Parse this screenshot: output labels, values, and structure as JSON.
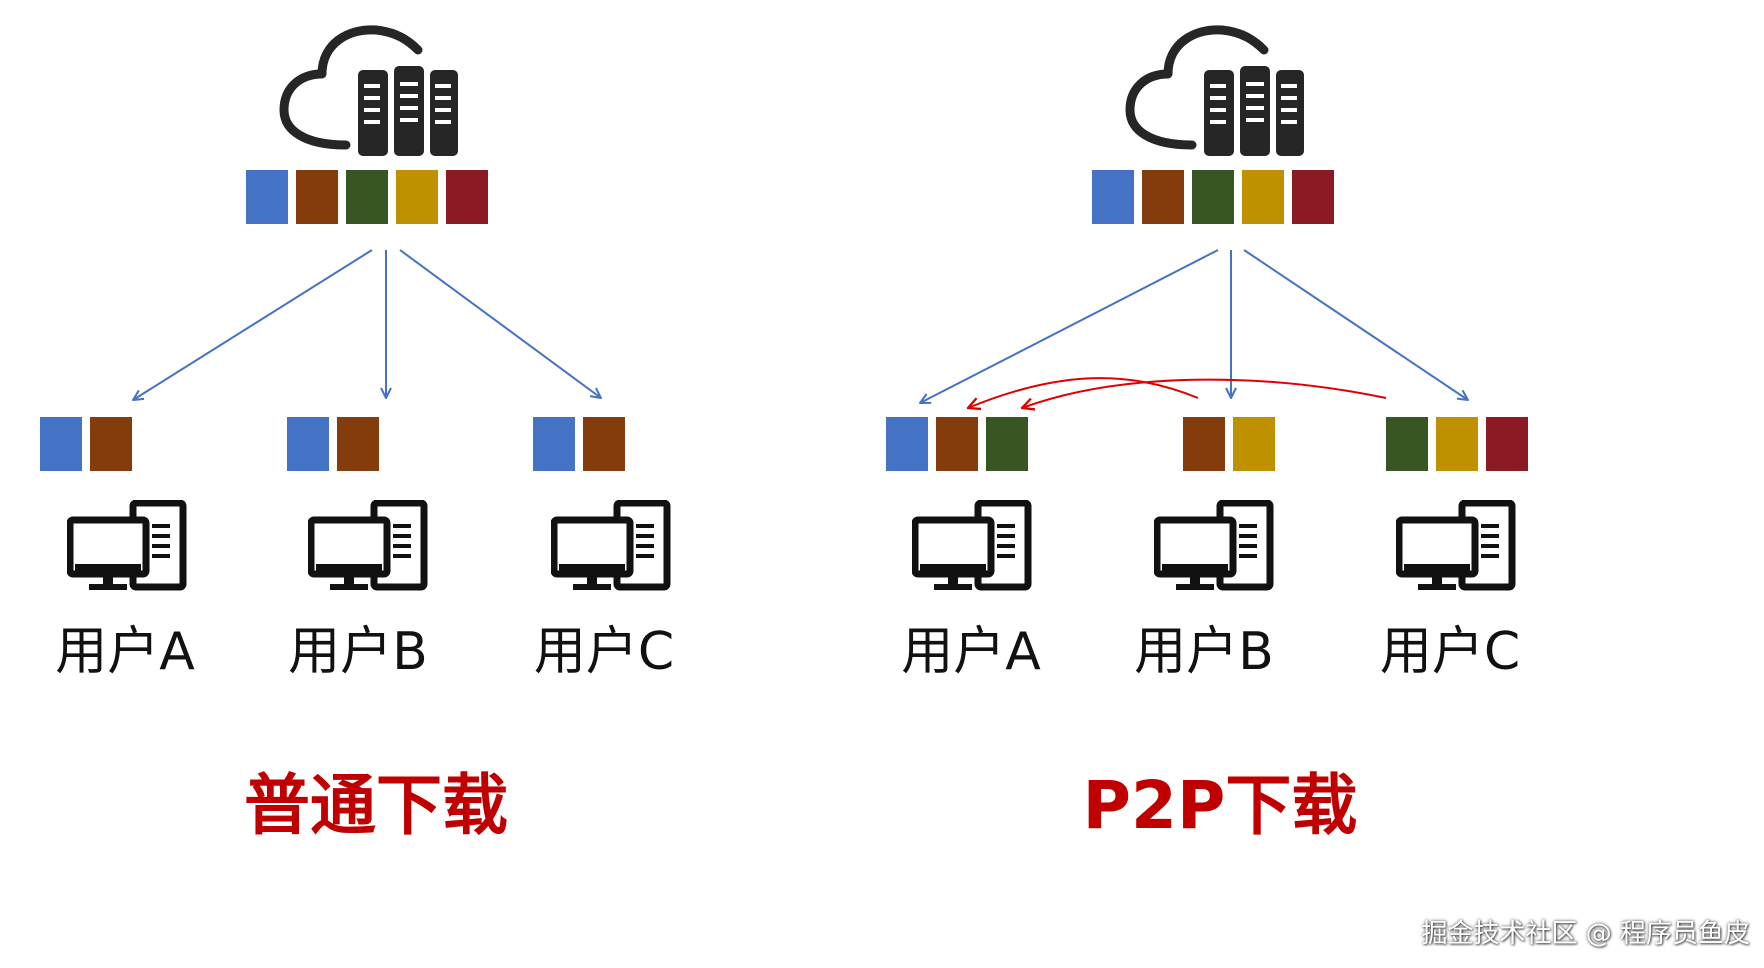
{
  "palette": {
    "blue": "#4472c4",
    "brown": "#843c0c",
    "green": "#375623",
    "gold": "#bf9000",
    "red": "#8b1a24",
    "arrow_blue": "#4472c4",
    "arrow_red": "#e00000"
  },
  "icons": {
    "server": "cloud-server-icon",
    "client": "desktop-computer-icon"
  },
  "panels": [
    {
      "id": "normal",
      "title": "普通下载",
      "server_blocks": [
        "blue",
        "brown",
        "green",
        "gold",
        "red"
      ],
      "users": [
        {
          "label": "用户A",
          "blocks": [
            "blue",
            "brown"
          ]
        },
        {
          "label": "用户B",
          "blocks": [
            "blue",
            "brown"
          ]
        },
        {
          "label": "用户C",
          "blocks": [
            "blue",
            "brown"
          ]
        }
      ]
    },
    {
      "id": "p2p",
      "title": "P2P下载",
      "server_blocks": [
        "blue",
        "brown",
        "green",
        "gold",
        "red"
      ],
      "users": [
        {
          "label": "用户A",
          "blocks": [
            "blue",
            "brown",
            "green"
          ]
        },
        {
          "label": "用户B",
          "blocks": [
            "brown",
            "gold"
          ]
        },
        {
          "label": "用户C",
          "blocks": [
            "green",
            "gold",
            "red"
          ]
        }
      ],
      "peer_links": [
        {
          "from": "用户B",
          "to": "用户A"
        },
        {
          "from": "用户C",
          "to": "用户A"
        }
      ]
    }
  ],
  "watermark": "掘金技术社区 @ 程序员鱼皮"
}
